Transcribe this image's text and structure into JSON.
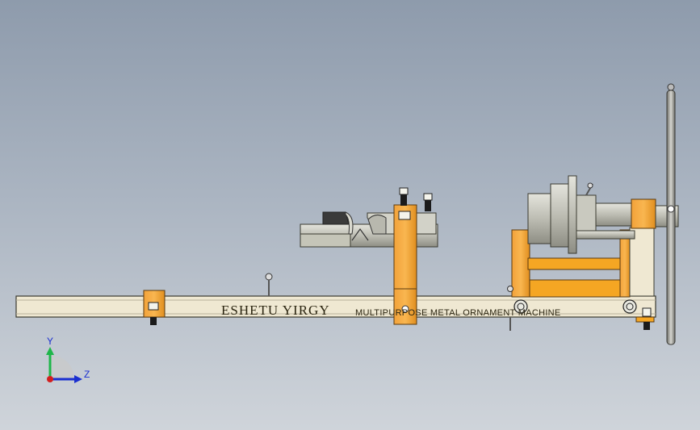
{
  "drawing": {
    "main_label": "ESHETU  YIRGY",
    "sub_label": "MULTIPURPOSE METAL ORNAMENT MACHINE"
  },
  "triad": {
    "y_label": "Y",
    "z_label": "Z"
  },
  "colors": {
    "beam": "#efe8d2",
    "orange": "#f5a623",
    "steel": "#cfcfc6",
    "outline": "#3a3a30"
  }
}
